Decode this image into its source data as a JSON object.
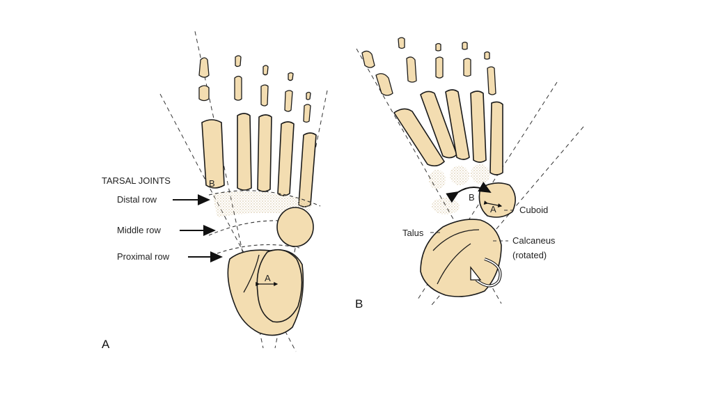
{
  "panel_a": {
    "label": "A",
    "heading": "TARSAL JOINTS",
    "rows": {
      "distal": "Distal row",
      "middle": "Middle row",
      "proximal": "Proximal row"
    },
    "angle_a": "A",
    "angle_b": "B"
  },
  "panel_b": {
    "label": "B",
    "angle_a": "A",
    "angle_b": "B",
    "cuboid": "Cuboid",
    "talus": "Talus",
    "calcaneus": "Calcaneus",
    "calcaneus_note": "(rotated)"
  },
  "colors": {
    "bone_fill": "#f3ddb1",
    "outline": "#1a1a1a",
    "background": "#ffffff"
  }
}
